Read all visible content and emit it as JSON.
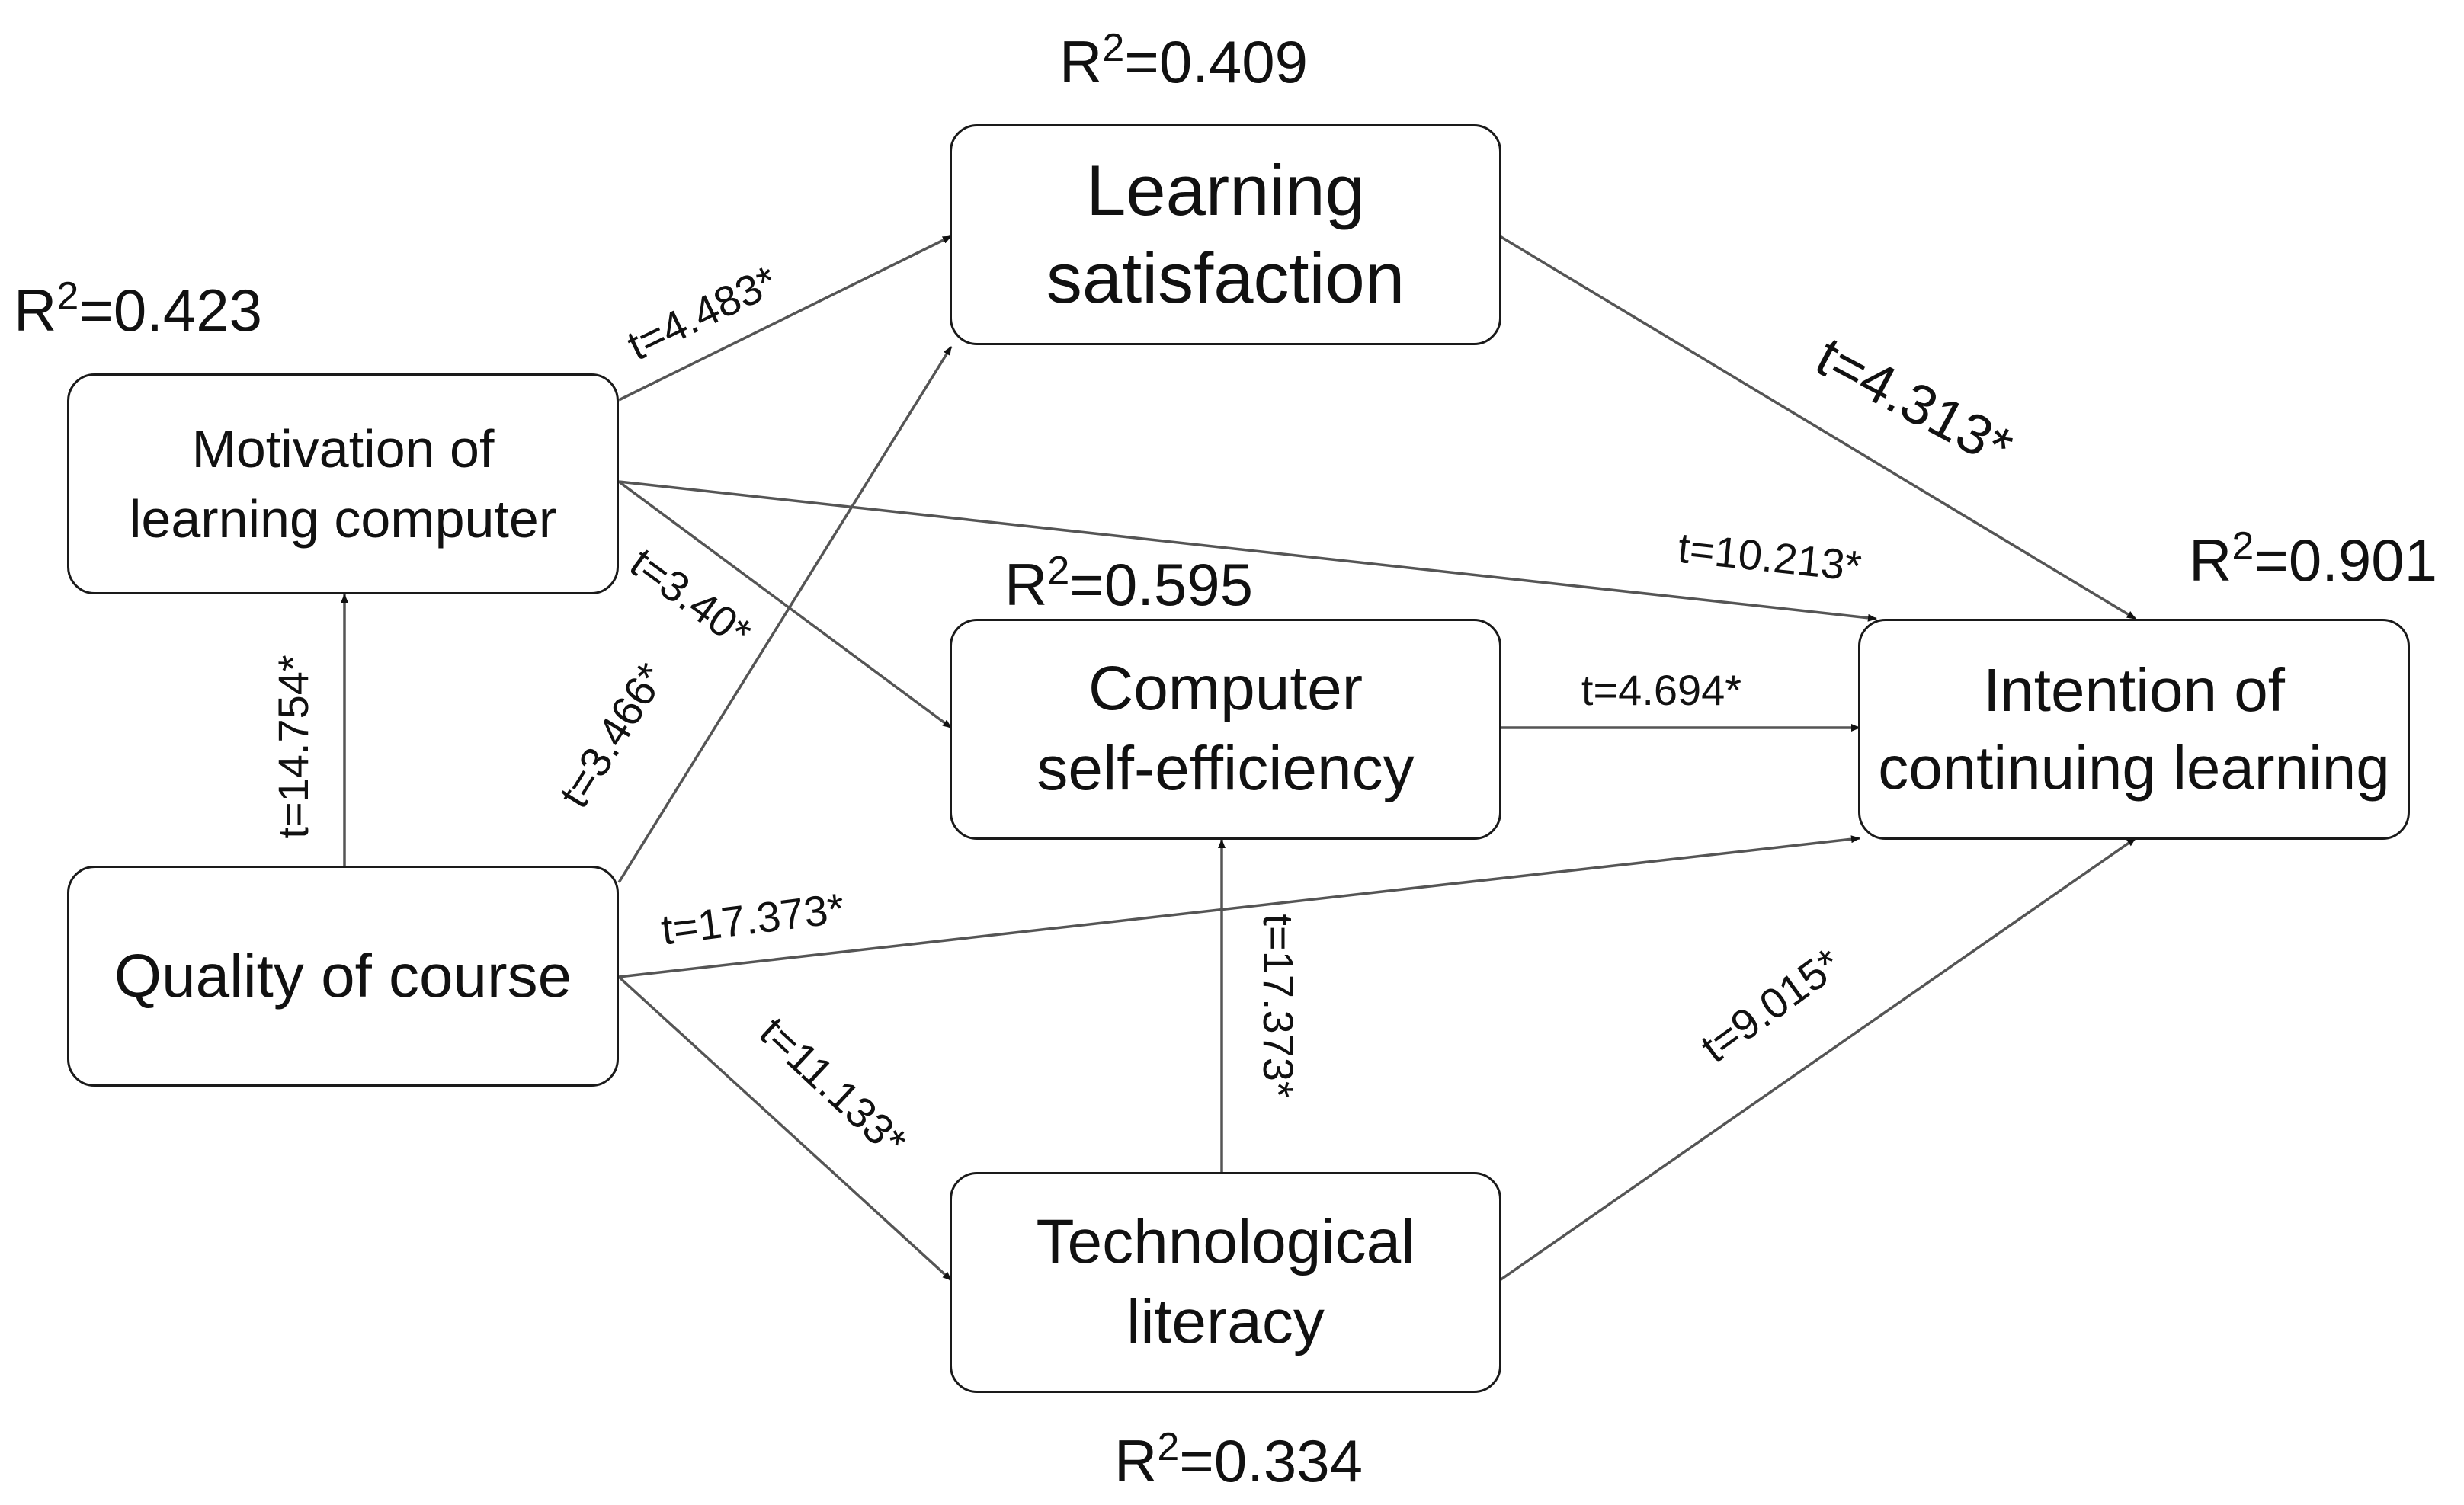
{
  "nodes": {
    "motivation": {
      "label": "Motivation of\nlearning computer",
      "r2_prefix": "R",
      "r2_sup": "2",
      "r2_value": "=0.423"
    },
    "quality": {
      "label": "Quality of course"
    },
    "satisfaction": {
      "label": "Learning\nsatisfaction",
      "r2_prefix": "R",
      "r2_sup": "2",
      "r2_value": "=0.409"
    },
    "self_efficiency": {
      "label": "Computer\nself-efficiency",
      "r2_prefix": "R",
      "r2_sup": "2",
      "r2_value": "=0.595"
    },
    "literacy": {
      "label": "Technological\nliteracy",
      "r2_prefix": "R",
      "r2_sup": "2",
      "r2_value": "=0.334"
    },
    "intention": {
      "label": "Intention of\ncontinuing learning",
      "r2_prefix": "R",
      "r2_sup": "2",
      "r2_value": "=0.901"
    }
  },
  "edges": {
    "quality_motivation": "t=14.754*",
    "motivation_satisfaction": "t=4.483*",
    "motivation_self_efficiency": "t=3.40*",
    "motivation_intention": "t=10.213*",
    "quality_satisfaction": "t=3.466*",
    "quality_intention": "t=17.373*",
    "quality_literacy": "t=11.133*",
    "literacy_self_efficiency": "t=17.373*",
    "self_efficiency_intention": "t=4.694*",
    "satisfaction_intention": "t=4.313*",
    "literacy_intention": "t=9.015*"
  }
}
